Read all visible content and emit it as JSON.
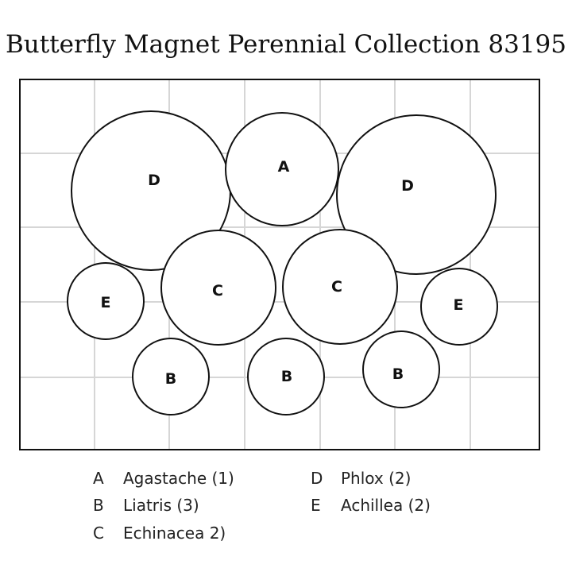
{
  "title": "Butterfly Magnet Perennial Collection 83195",
  "colors": {
    "grid": "#d6d6d6",
    "outline": "#111111",
    "circle_fill": "#ffffff"
  },
  "plan": {
    "plants": [
      {
        "code": "D",
        "label": "D"
      },
      {
        "code": "A",
        "label": "A"
      },
      {
        "code": "D",
        "label": "D"
      },
      {
        "code": "C",
        "label": "C"
      },
      {
        "code": "C",
        "label": "C"
      },
      {
        "code": "E",
        "label": "E"
      },
      {
        "code": "E",
        "label": "E"
      },
      {
        "code": "B",
        "label": "B"
      },
      {
        "code": "B",
        "label": "B"
      },
      {
        "code": "B",
        "label": "B"
      }
    ]
  },
  "legend": [
    {
      "letter": "A",
      "name": "Agastache  (1)"
    },
    {
      "letter": "B",
      "name": "Liatris (3)"
    },
    {
      "letter": "C",
      "name": "Echinacea 2)"
    },
    {
      "letter": "D",
      "name": "Phlox (2)"
    },
    {
      "letter": "E",
      "name": "Achillea (2)"
    }
  ]
}
